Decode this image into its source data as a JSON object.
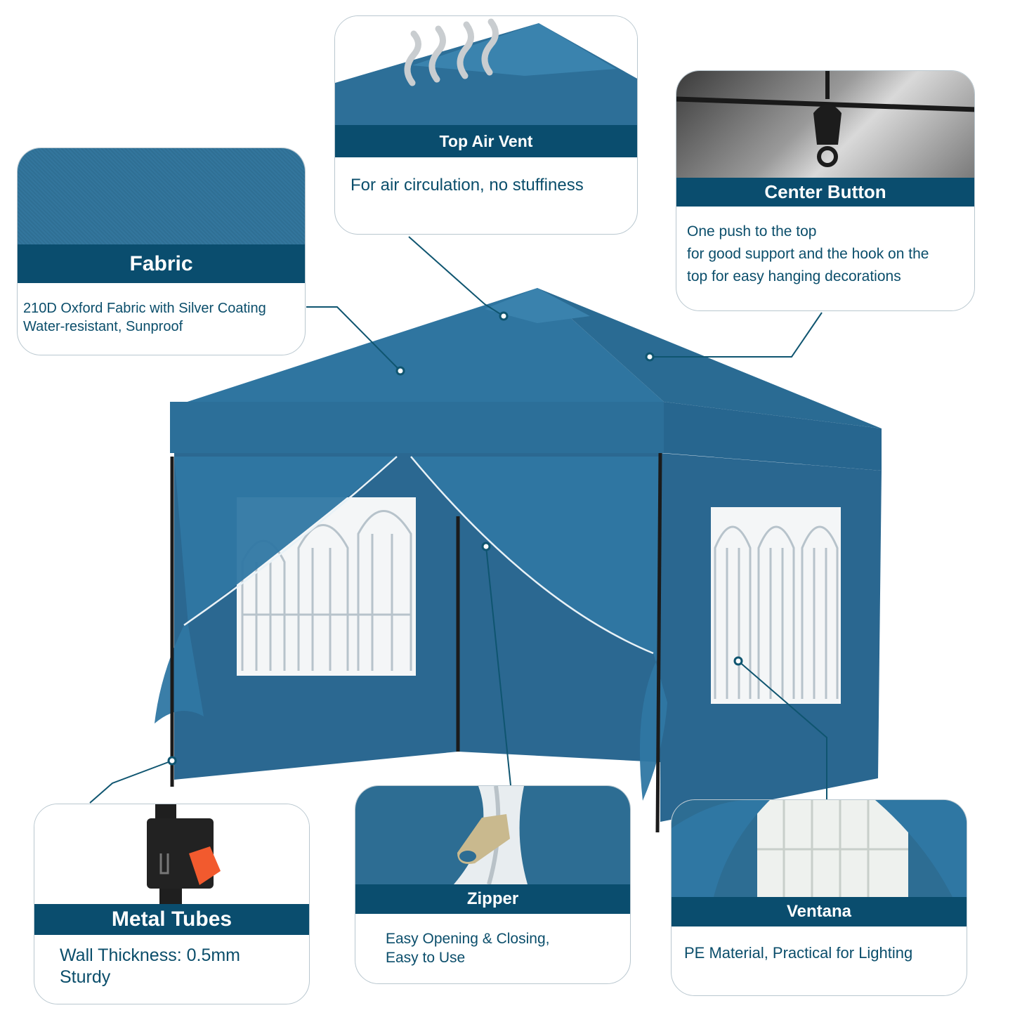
{
  "callouts": {
    "fabric": {
      "title": "Fabric",
      "lines": [
        "210D Oxford Fabric with Silver Coating",
        "Water-resistant, Sunproof"
      ]
    },
    "top_air_vent": {
      "title": "Top Air Vent",
      "lines": [
        "For air circulation, no stuffiness"
      ]
    },
    "center_button": {
      "title": "Center Button",
      "lines": [
        "One push to the top",
        "for good support and the hook on the",
        "top for easy hanging decorations"
      ]
    },
    "metal_tubes": {
      "title": "Metal Tubes",
      "lines": [
        "Wall Thickness: 0.5mm",
        "Sturdy"
      ]
    },
    "zipper": {
      "title": "Zipper",
      "lines": [
        "Easy Opening & Closing,",
        "Easy to Use"
      ]
    },
    "ventana": {
      "title": "Ventana",
      "lines": [
        "PE Material, Practical for Lighting"
      ]
    }
  },
  "colors": {
    "canopy_blue": "#2f6f96",
    "canopy_dark": "#245b7d",
    "label_bar": "#0a4d6e",
    "text": "#0b4e6b",
    "window_white": "#f4f6f7"
  },
  "icons": [
    "air-flow-arrows-icon",
    "hook-icon",
    "zipper-pull-icon",
    "lock-clip-icon"
  ]
}
